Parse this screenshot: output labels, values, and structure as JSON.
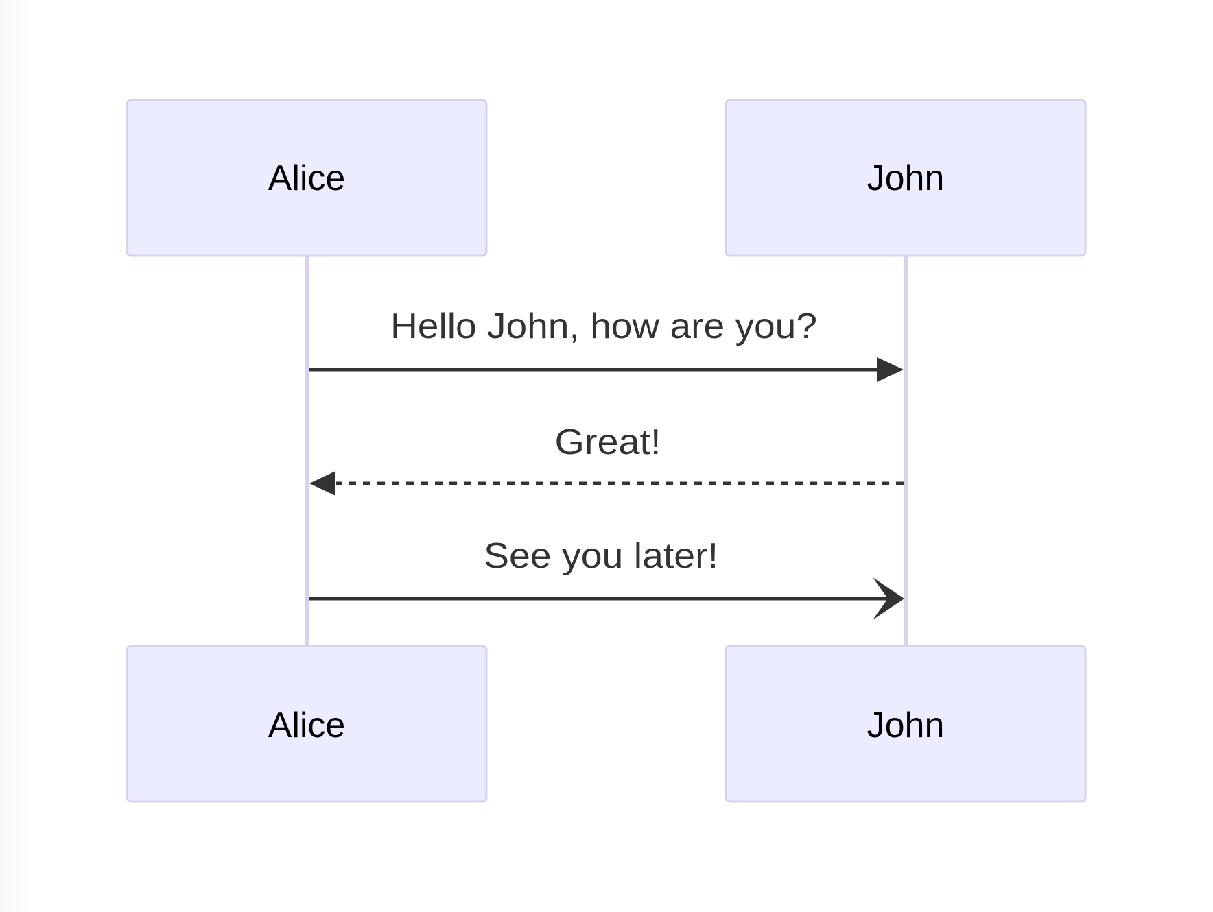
{
  "diagram": {
    "type": "sequence",
    "colors": {
      "actor_fill": "#ECECFF",
      "actor_border": "#D8D0F0",
      "lifeline": "#D9D1EE",
      "message_line": "#333333",
      "message_text": "#333333",
      "actor_text": "#000000"
    },
    "participants": [
      {
        "id": "alice",
        "label": "Alice"
      },
      {
        "id": "john",
        "label": "John"
      }
    ],
    "messages": [
      {
        "from": "Alice",
        "to": "John",
        "text": "Hello John, how are you?",
        "line": "solid",
        "arrowhead": "filled"
      },
      {
        "from": "John",
        "to": "Alice",
        "text": "Great!",
        "line": "dashed",
        "arrowhead": "filled"
      },
      {
        "from": "Alice",
        "to": "John",
        "text": "See you later!",
        "line": "solid",
        "arrowhead": "open"
      }
    ]
  }
}
